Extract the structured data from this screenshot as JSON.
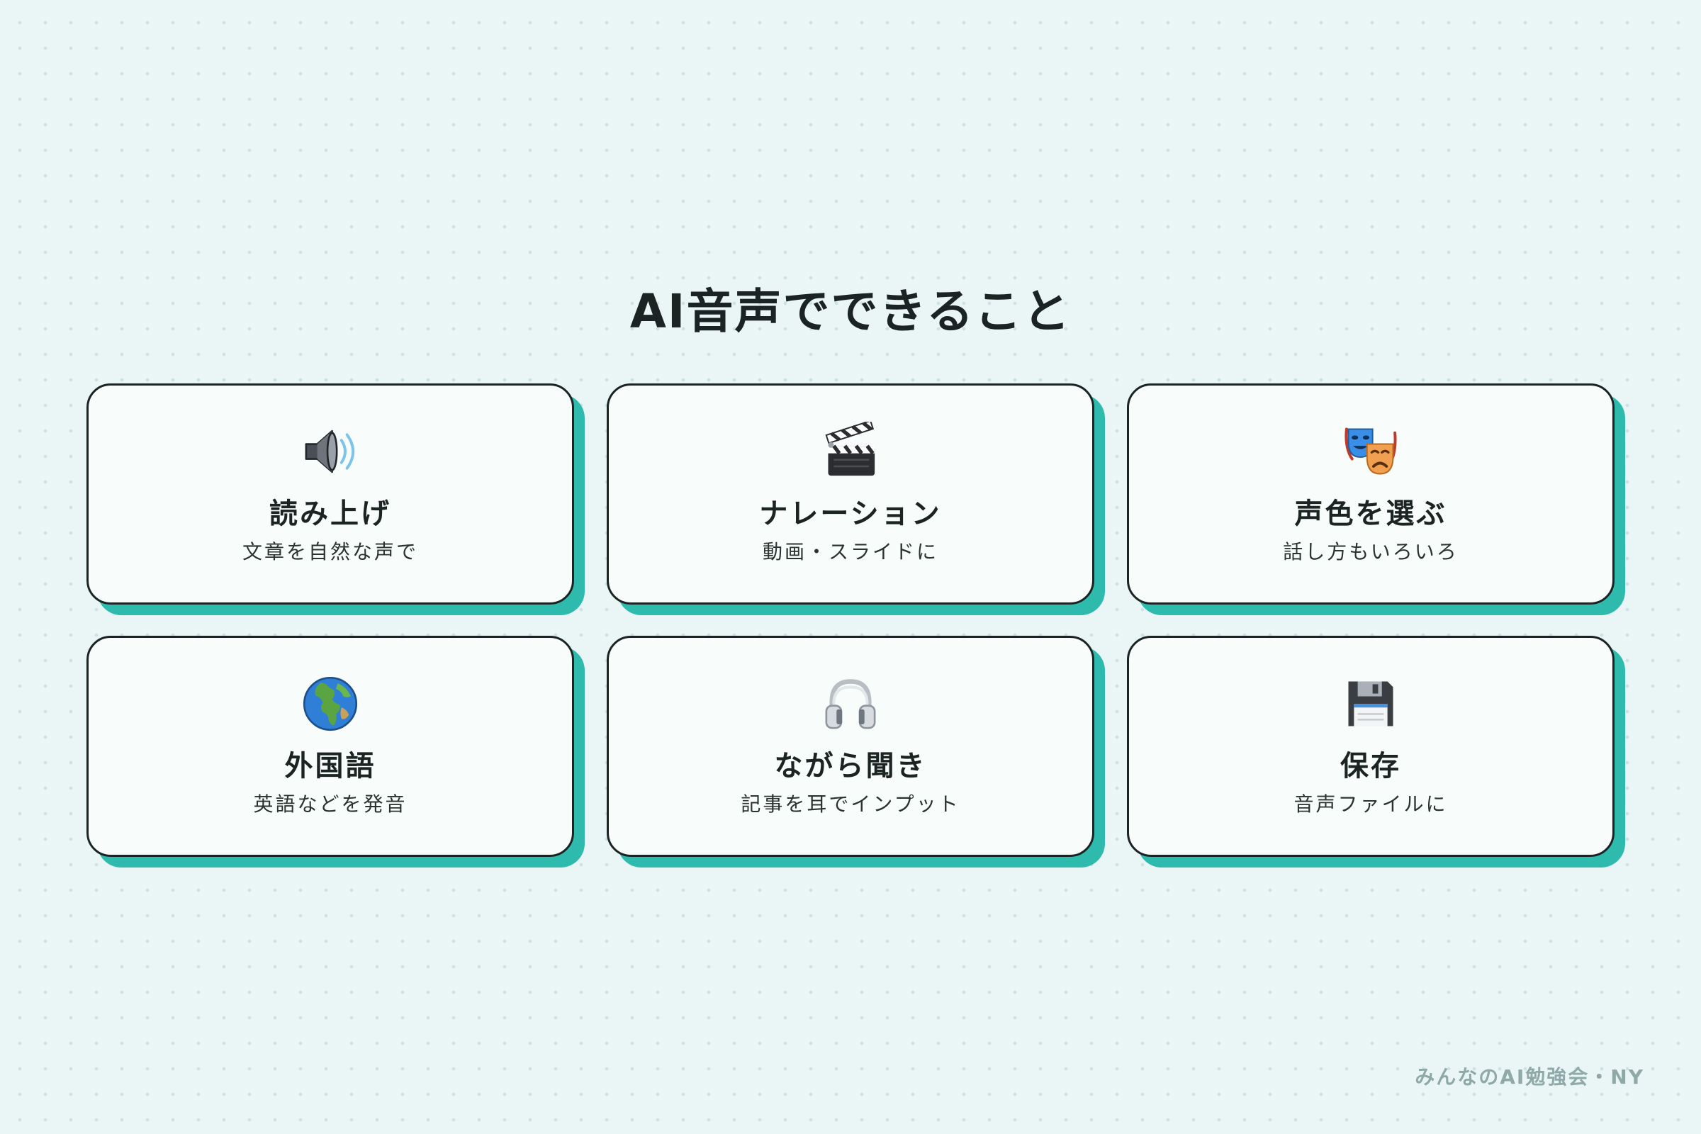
{
  "page": {
    "title": "AI音声でできること"
  },
  "cards": [
    {
      "title": "読み上げ",
      "subtitle": "文章を自然な声で",
      "icon": "speaker-icon"
    },
    {
      "title": "ナレーション",
      "subtitle": "動画・スライドに",
      "icon": "clapperboard-icon"
    },
    {
      "title": "声色を選ぶ",
      "subtitle": "話し方もいろいろ",
      "icon": "theater-masks-icon"
    },
    {
      "title": "外国語",
      "subtitle": "英語などを発音",
      "icon": "globe-icon"
    },
    {
      "title": "ながら聞き",
      "subtitle": "記事を耳でインプット",
      "icon": "headphones-icon"
    },
    {
      "title": "保存",
      "subtitle": "音声ファイルに",
      "icon": "floppy-disk-icon"
    }
  ],
  "footer": {
    "brand": "みんなのAI勉強会・NY"
  },
  "colors": {
    "background": "#eaf6f6",
    "card_background": "#f8fcfb",
    "card_border": "#1b2423",
    "card_shadow": "#2fbaae",
    "footer_text": "#8fa9a8"
  }
}
